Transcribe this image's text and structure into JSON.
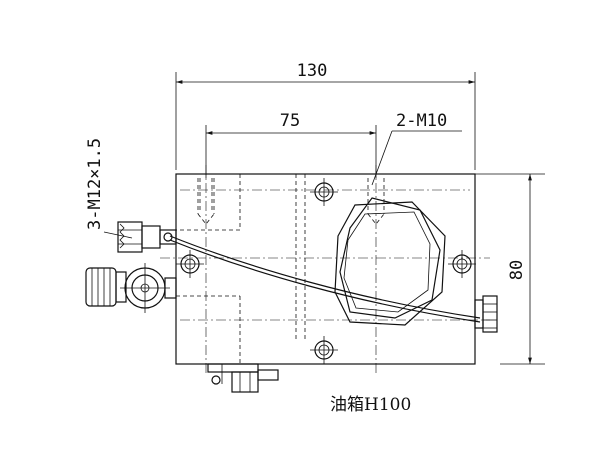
{
  "dimensions": {
    "total_width": "130",
    "hole_spacing": "75",
    "height": "80"
  },
  "callouts": {
    "thread_top": "2-M10",
    "thread_side": "3-M12×1.5"
  },
  "note": {
    "tank_label": "油箱H100"
  }
}
